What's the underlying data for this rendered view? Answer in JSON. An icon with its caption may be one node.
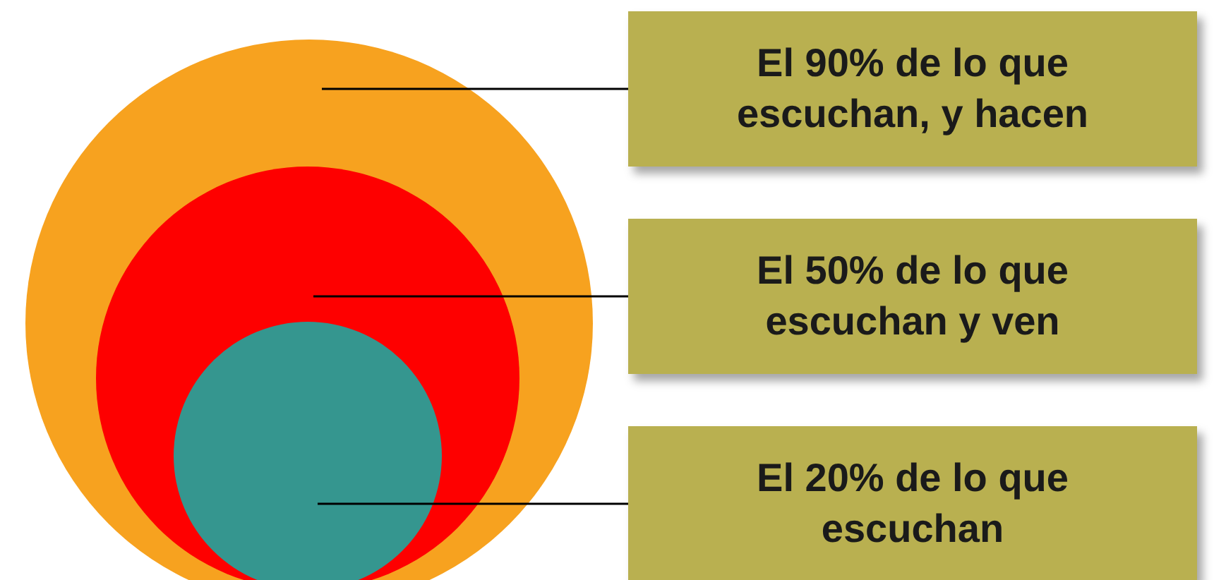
{
  "diagram": {
    "nodes": [
      {
        "text": [],
        "shape": "circle"
      },
      {
        "text": [],
        "shape": "circle",
        "in": 0
      },
      {
        "text": [],
        "shape": "circle",
        "in": 1
      },
      {
        "text": [
          "El 90% de lo que escuchan, y hacen"
        ]
      },
      {
        "text": [
          "El 50% de lo que escuchan y ven"
        ]
      },
      {
        "text": [
          "El 20% de lo que escuchan"
        ]
      }
    ],
    "edges": [
      {
        "from": 3,
        "to": 0,
        "arrow": "none"
      },
      {
        "from": 4,
        "to": 1,
        "arrow": "none"
      },
      {
        "from": 5,
        "to": 2,
        "arrow": "none"
      }
    ]
  }
}
